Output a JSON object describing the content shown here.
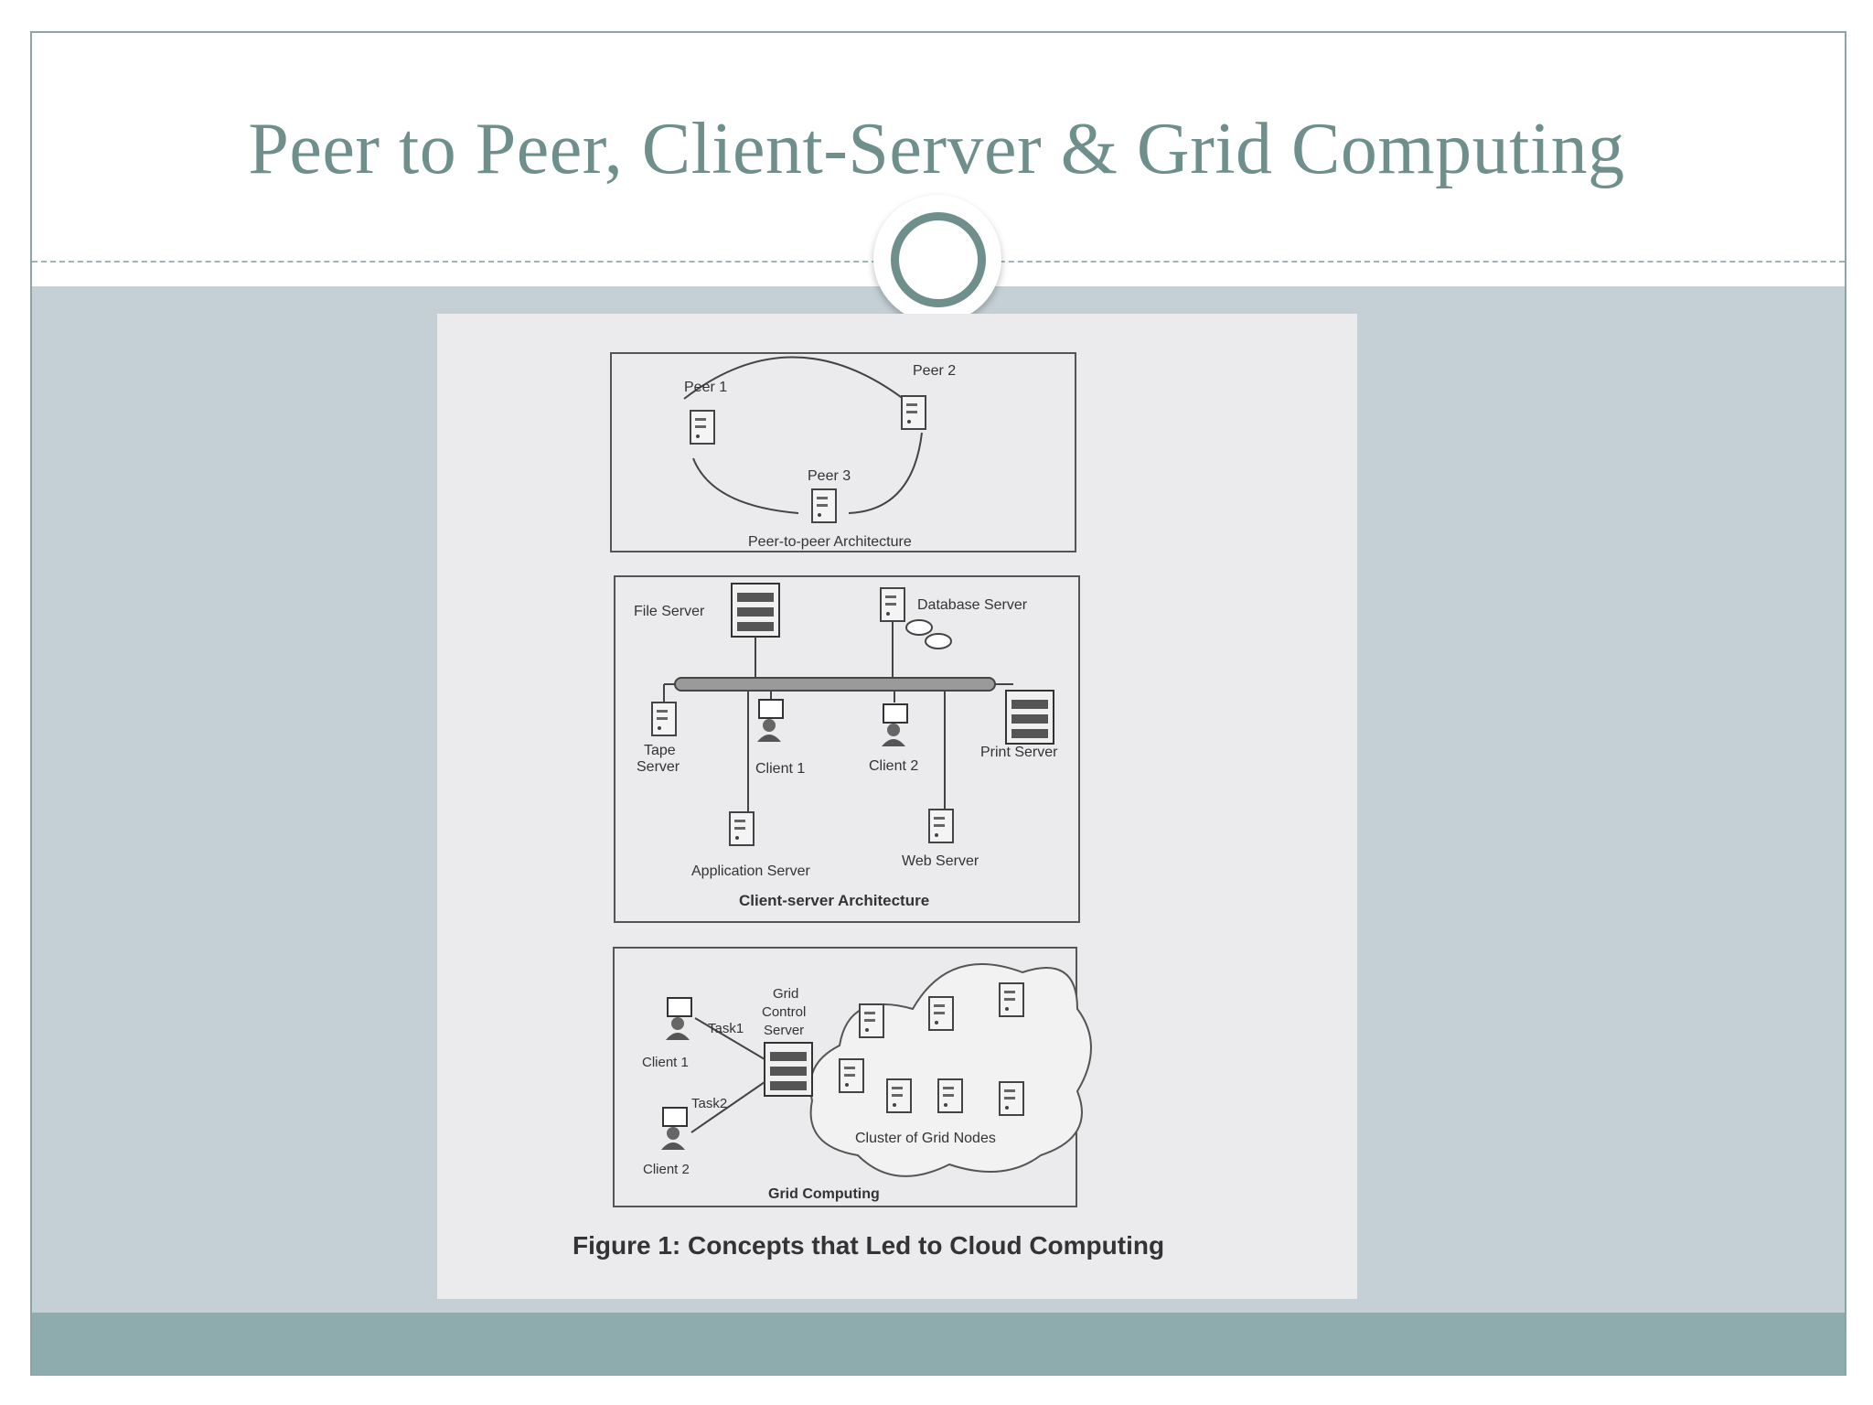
{
  "slide": {
    "title": "Peer to Peer, Client-Server & Grid Computing"
  },
  "figure": {
    "caption": "Figure 1: Concepts that Led to Cloud Computing",
    "p2p": {
      "peer1": "Peer 1",
      "peer2": "Peer 2",
      "peer3": "Peer 3",
      "title": "Peer-to-peer Architecture"
    },
    "client_server": {
      "file_server": "File Server",
      "database_server": "Database Server",
      "tape_server_line1": "Tape",
      "tape_server_line2": "Server",
      "client1": "Client 1",
      "client2": "Client 2",
      "print_server": "Print Server",
      "application_server": "Application Server",
      "web_server": "Web Server",
      "title": "Client-server Architecture"
    },
    "grid": {
      "control_line1": "Grid",
      "control_line2": "Control",
      "control_line3": "Server",
      "task1": "Task1",
      "task2": "Task2",
      "client1": "Client 1",
      "client2": "Client 2",
      "cluster": "Cluster of Grid Nodes",
      "title": "Grid Computing"
    }
  },
  "colors": {
    "title": "#6f8f8c",
    "band": "#c4d0d6",
    "footer": "#8eacad",
    "figure_bg": "#ebebed"
  }
}
